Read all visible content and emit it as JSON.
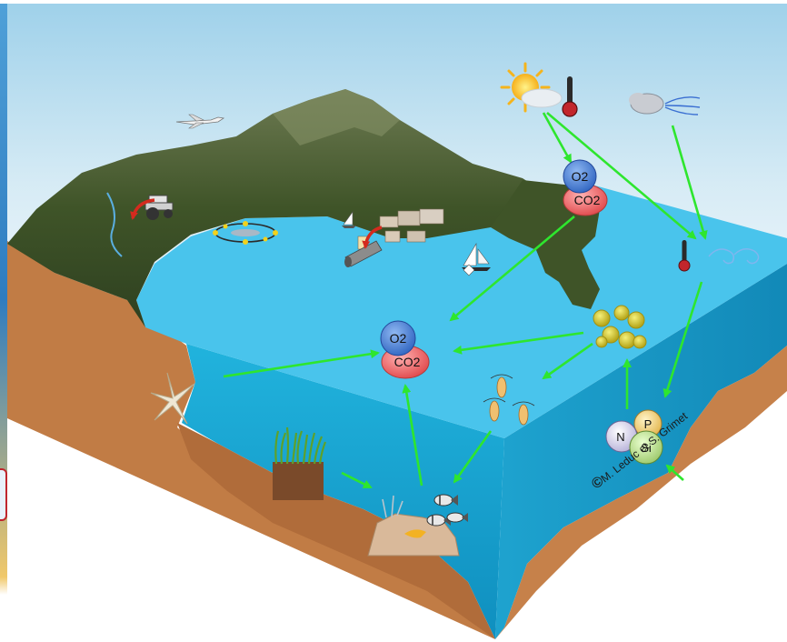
{
  "molecules": {
    "o2": "O2",
    "co2": "CO2"
  },
  "nutrients": {
    "nitrogen": "N",
    "phosphorus": "P",
    "silicon": "Si"
  },
  "copyright": {
    "symbol": "©",
    "text": "M. Leduc et S. Grimet"
  },
  "colors": {
    "sky": "#cfe6f2",
    "water_surface": "#47c5ee",
    "water_side": "#1ba8d4",
    "sediment": "#c6814a",
    "arrow": "#2ee62e",
    "arrow_red": "#d42a1e",
    "o2_bubble": "#4a86d8",
    "co2_bubble": "#ef6a6a",
    "mountain": "#4d5f33"
  },
  "icons": [
    "airplane-icon",
    "sun-icon",
    "thermometer-icon",
    "wind-cloud-icon",
    "tractor-icon",
    "fish-farm-icon",
    "sailboat-icon",
    "village-icon",
    "pipe-icon",
    "starfish-icon",
    "seagrass-icon",
    "coral-icon",
    "fish-icon",
    "phytoplankton-icon",
    "zooplankton-icon",
    "wave-icon"
  ]
}
